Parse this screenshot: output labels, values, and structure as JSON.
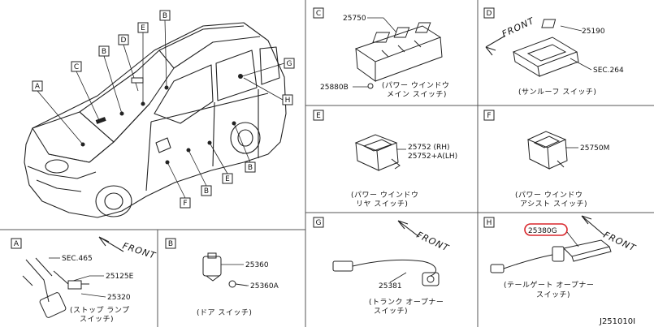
{
  "panels": {
    "A": {
      "letter": "A",
      "parts": [
        "SEC.465",
        "25125E",
        "25320"
      ],
      "front": "FRONT",
      "caption": [
        "(ストップ ランプ",
        "スイッチ)"
      ]
    },
    "B": {
      "letter": "B",
      "parts": [
        "25360",
        "25360A"
      ],
      "caption": [
        "(ドア スイッチ)"
      ]
    },
    "C": {
      "letter": "C",
      "parts": [
        "25750",
        "25880B"
      ],
      "caption": [
        "(パワー ウインドウ",
        "メイン スイッチ)"
      ]
    },
    "D": {
      "letter": "D",
      "parts": [
        "25190",
        "SEC.264"
      ],
      "front": "FRONT",
      "caption": [
        "(サンルーフ スイッチ)"
      ]
    },
    "E": {
      "letter": "E",
      "parts": [
        "25752 (RH)",
        "25752+A(LH)"
      ],
      "caption": [
        "(パワー ウインドウ",
        "リヤ スイッチ)"
      ]
    },
    "F": {
      "letter": "F",
      "parts": [
        "25750M"
      ],
      "caption": [
        "(パワー ウインドウ",
        "アシスト スイッチ)"
      ]
    },
    "G": {
      "letter": "G",
      "parts": [
        "25381"
      ],
      "front": "FRONT",
      "caption": [
        "(トランク オープナー",
        "スイッチ)"
      ]
    },
    "H": {
      "letter": "H",
      "parts": [
        "25380G"
      ],
      "front": "FRONT",
      "caption": [
        "(テールゲート オープナー",
        "スイッチ)"
      ]
    }
  },
  "vehicle_callouts": [
    "A",
    "B",
    "B",
    "B",
    "C",
    "D",
    "E",
    "E",
    "F",
    "G",
    "H"
  ],
  "highlight_color": "#d9262b",
  "diagram_code": "J251010I"
}
